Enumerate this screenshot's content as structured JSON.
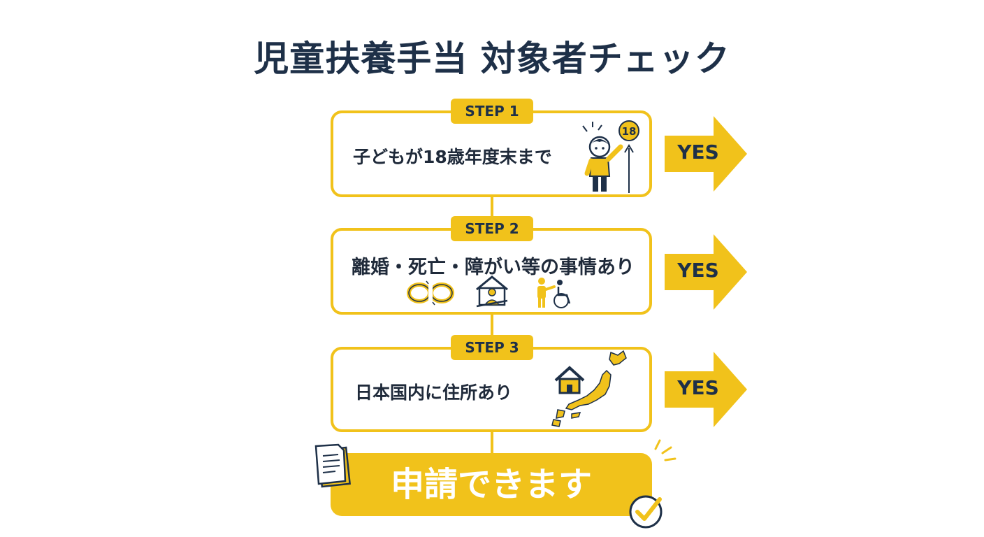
{
  "title": "児童扶養手当 対象者チェック",
  "steps": [
    {
      "badge": "STEP 1",
      "text": "子どもが18歳年度末まで",
      "icon_badge": "18",
      "decision": "YES"
    },
    {
      "badge": "STEP 2",
      "text": "離婚・死亡・障がい等の事情あり",
      "decision": "YES"
    },
    {
      "badge": "STEP 3",
      "text": "日本国内に住所あり",
      "decision": "YES"
    }
  ],
  "result": {
    "text": "申請できます"
  },
  "colors": {
    "accent": "#f1c21b",
    "navy": "#1e3048",
    "text": "#1f2a3a"
  },
  "icons": [
    "child-reaching-icon",
    "broken-chain-icon",
    "house-person-icon",
    "disability-support-icon",
    "house-icon",
    "japan-map-icon",
    "document-icon",
    "check-circle-icon",
    "sparkle-icon"
  ]
}
